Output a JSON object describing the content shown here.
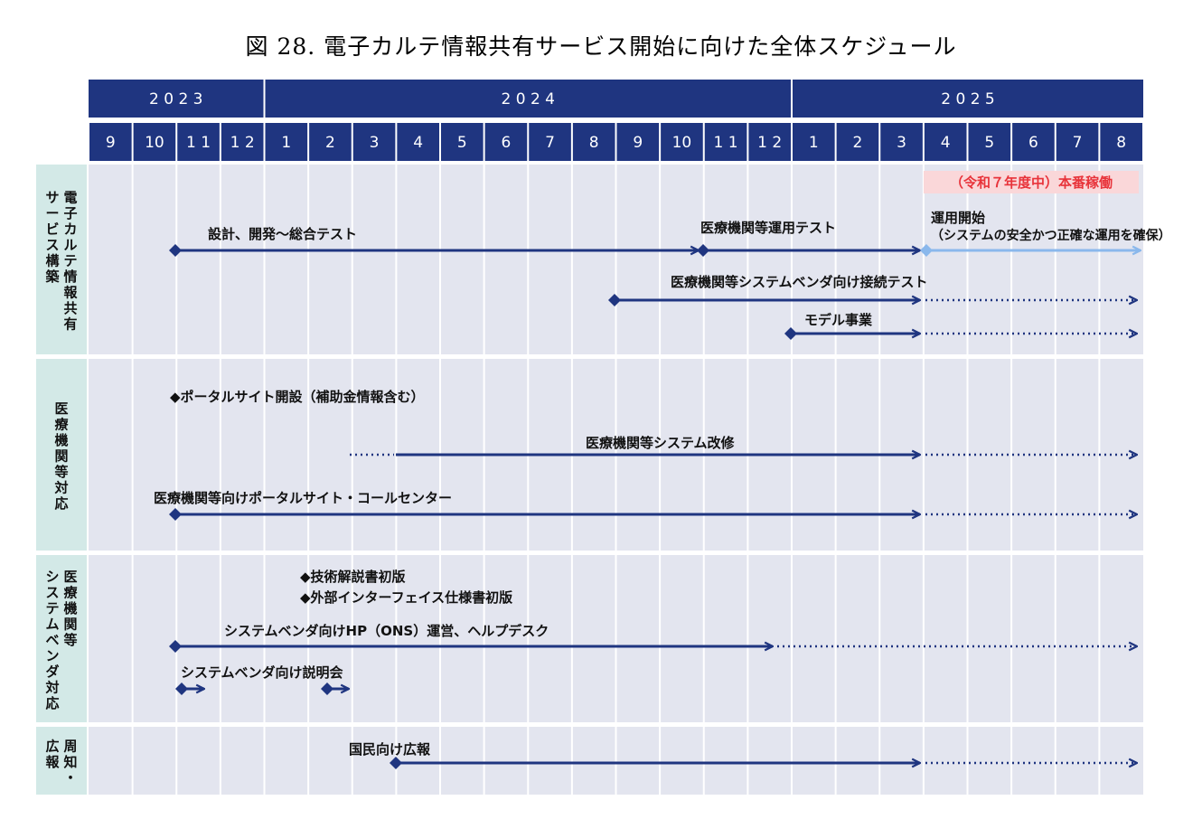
{
  "title": "図 28. 電子カルテ情報共有サービス開始に向けた全体スケジュール",
  "colors": {
    "navy": "#1f3580",
    "row_label_bg": "#d3e9e7",
    "grid_bg": "#e3e5ef",
    "accent_red": "#e8333a",
    "badge_bg": "#fad7d9",
    "light_blue": "#8ab8ec"
  },
  "years": [
    {
      "label": "2 0 2 3",
      "from": 0,
      "to": 4
    },
    {
      "label": "2 0 2 4",
      "from": 4,
      "to": 16
    },
    {
      "label": "2 0 2 5",
      "from": 16,
      "to": 24
    }
  ],
  "months": [
    "9",
    "10",
    "1 1",
    "1 2",
    "1",
    "2",
    "3",
    "4",
    "5",
    "6",
    "7",
    "8",
    "9",
    "10",
    "1 1",
    "1 2",
    "1",
    "2",
    "3",
    "4",
    "5",
    "6",
    "7",
    "8"
  ],
  "sections": [
    {
      "name": "section-ehr",
      "label_cols": [
        [
          "電",
          "子",
          "カ",
          "ル",
          "テ",
          "情",
          "報",
          "共",
          "有"
        ],
        [
          "サ",
          "ー",
          "ビ",
          "ス",
          "構",
          "築"
        ]
      ]
    },
    {
      "name": "section-medical",
      "label_cols": [
        [
          "医",
          "療",
          "機",
          "関",
          "等",
          "対",
          "応"
        ]
      ]
    },
    {
      "name": "section-vendor",
      "label_cols": [
        [
          "医",
          "療",
          "機",
          "関",
          "等"
        ],
        [
          "シ",
          "ス",
          "テ",
          "ム",
          "ベ",
          "ン",
          "ダ",
          "対",
          "応"
        ]
      ]
    },
    {
      "name": "section-pr",
      "label_cols": [
        [
          "周",
          "知",
          "・"
        ],
        [
          "広",
          "報"
        ]
      ]
    }
  ],
  "badge": "（令和７年度中）本番稼働",
  "tasks": {
    "design": "設計、開発～総合テスト",
    "medtest": "医療機関等運用テスト",
    "opstart_1": "運用開始",
    "opstart_2": "（システムの安全かつ正確な運用を確保）",
    "vendortest": "医療機関等システムベンダ向け接続テスト",
    "model": "モデル事業",
    "portal_open": "◆ポータルサイト開設（補助金情報含む）",
    "sysmod": "医療機関等システム改修",
    "portal_center": "医療機関等向けポータルサイト・コールセンター",
    "tech_doc": "◆技術解説書初版",
    "ext_if": "◆外部インターフェイス仕様書初版",
    "vendor_hp": "システムベンダ向けHP（ONS）運営、ヘルプデスク",
    "vendor_brief": "システムベンダ向け説明会",
    "pr": "国民向け広報"
  }
}
